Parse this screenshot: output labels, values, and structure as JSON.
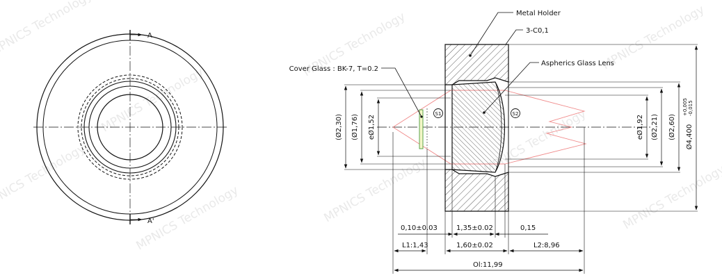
{
  "drawing": {
    "watermark": "MPNICS Technology",
    "section_labels": {
      "a_top": "A",
      "a_bottom": "A'"
    },
    "callouts": {
      "metal_holder": "Metal Holder",
      "chamfer": "3-C0,1",
      "aspherics_lens": "Aspherics Glass Lens",
      "cover_glass": "Cover Glass : BK-7, T=0.2"
    },
    "surface_labels": {
      "s1": "S1",
      "s2": "S2"
    },
    "diameters_left": {
      "d230": "(Ø2,30)",
      "d176": "(Ø1,76)",
      "e152": "eØ1,52"
    },
    "diameters_right": {
      "e192": "eØ1,92",
      "d221": "(Ø2,21)",
      "d260": "(Ø2,60)"
    },
    "outer_diameter": {
      "base": "Ø4,400",
      "upper_tol": "+0,005",
      "lower_tol": "-0,015"
    },
    "dims_row1": {
      "a": "0,10±0.03",
      "b": "1,35±0.02",
      "c": "0,15"
    },
    "dims_row2": {
      "l1": "L1:1,43",
      "mid": "1,60±0.02",
      "l2": "L2:8,96"
    },
    "dims_row3": {
      "ol": "Ol:11,99"
    }
  }
}
